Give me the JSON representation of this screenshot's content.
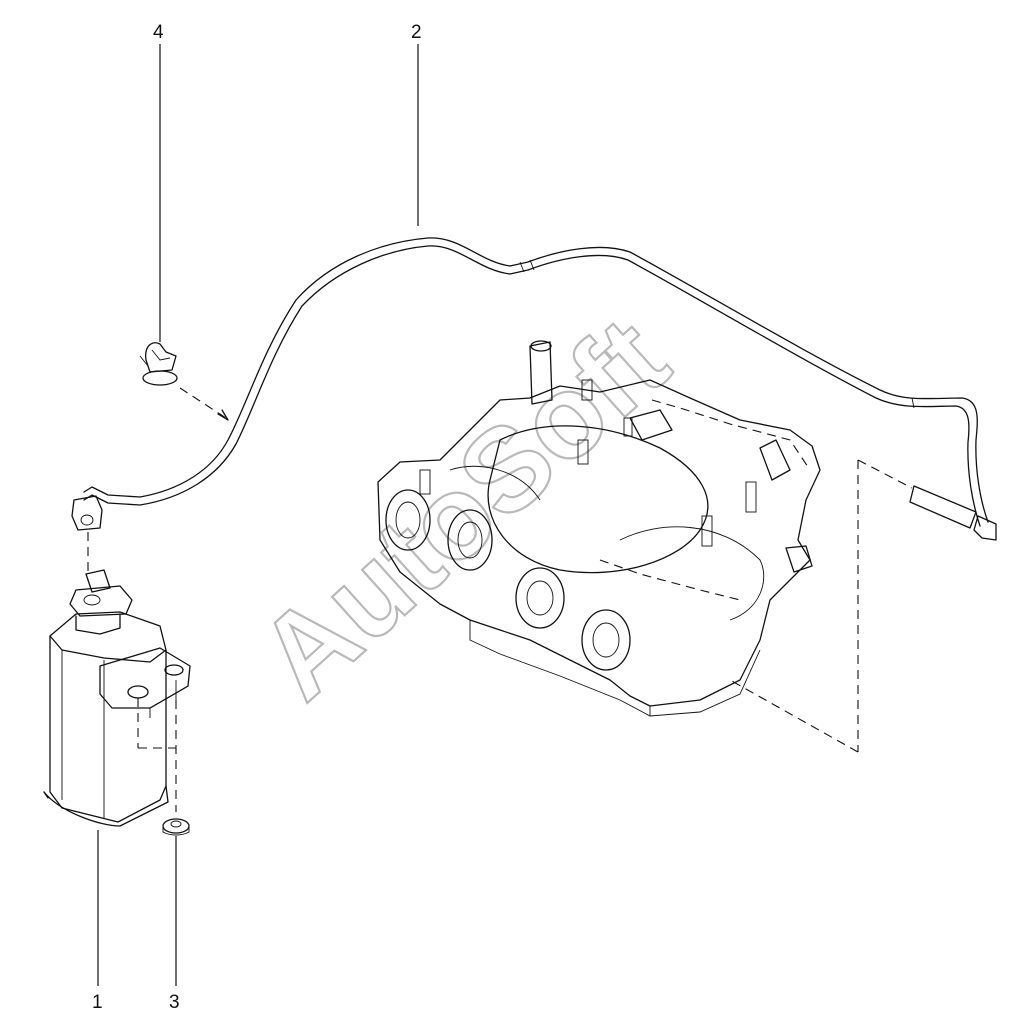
{
  "callouts": {
    "c1": "1",
    "c2": "2",
    "c3": "3",
    "c4": "4"
  },
  "watermark": "AutoSoft"
}
